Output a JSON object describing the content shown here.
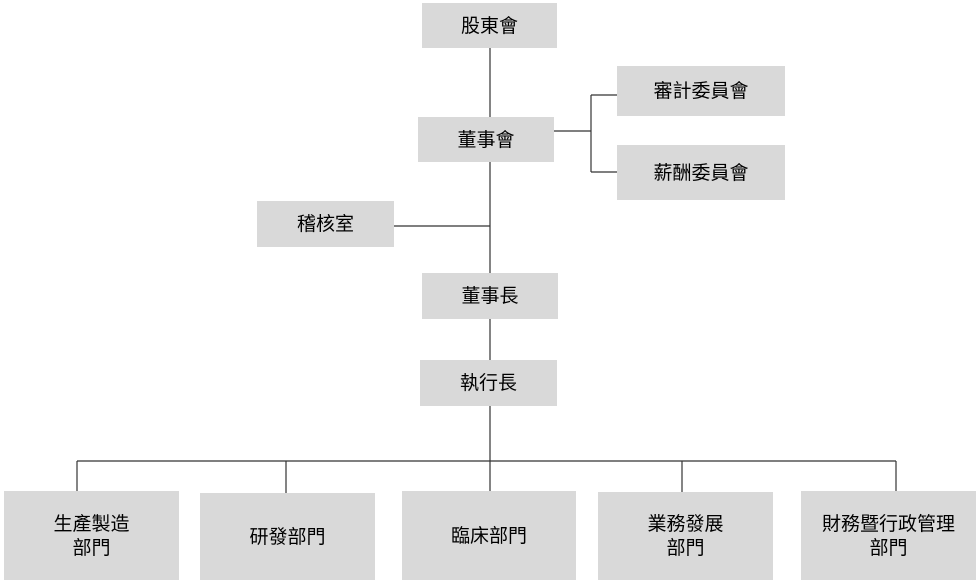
{
  "org_chart": {
    "shareholders_meeting": "股東會",
    "audit_committee": "審計委員會",
    "remuneration_committee": "薪酬委員會",
    "board_of_directors": "董事會",
    "internal_audit_office": "稽核室",
    "chairman": "董事長",
    "ceo": "執行長",
    "departments": [
      "生產製造\n部門",
      "研發部門",
      "臨床部門",
      "業務發展\n部門",
      "財務暨行政管理\n部門"
    ]
  },
  "colors": {
    "box_fill": "#d9d9d9",
    "line": "#333333"
  }
}
